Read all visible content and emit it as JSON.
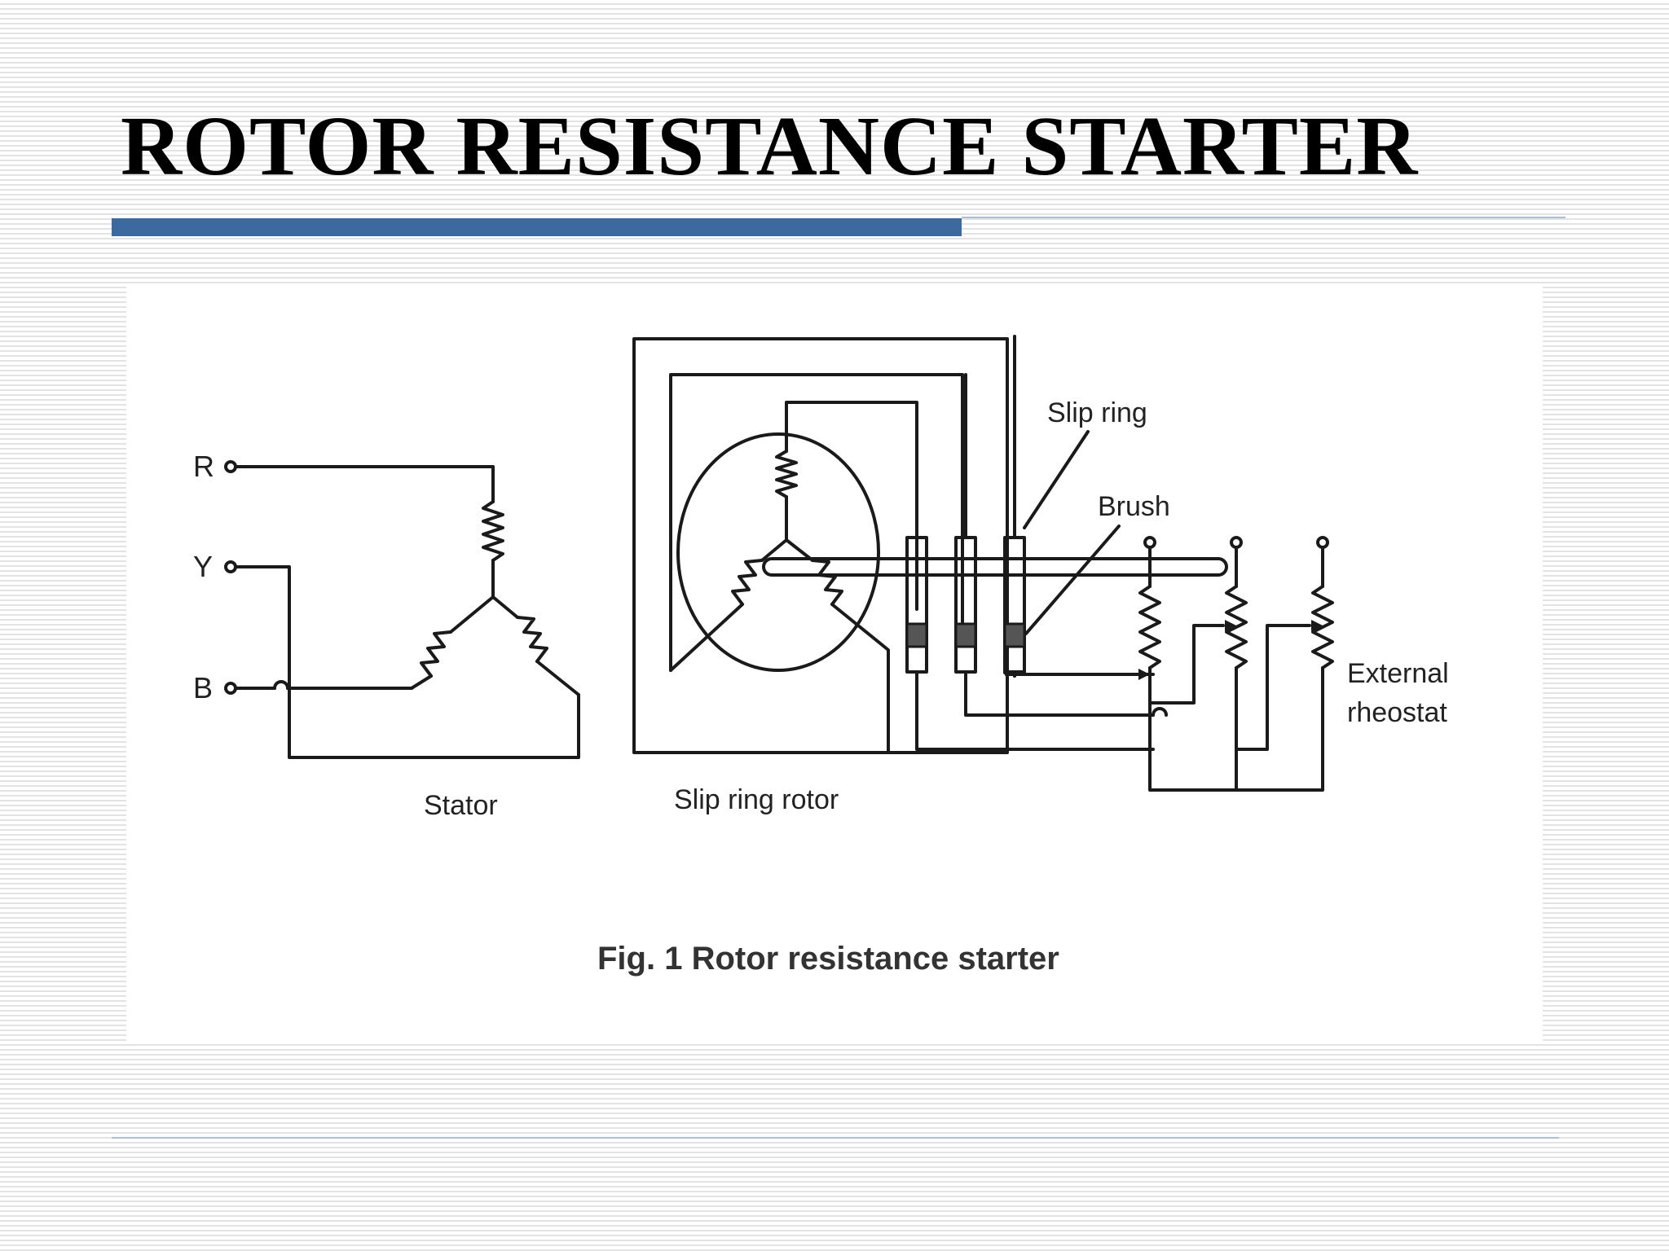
{
  "slide": {
    "title": "ROTOR RESISTANCE STARTER",
    "accent_color": "#3c6a9e",
    "rule_color": "#a9bfd6"
  },
  "diagram": {
    "line_color": "#1a1a1a",
    "supply_terminals": [
      "R",
      "Y",
      "B"
    ],
    "labels": {
      "stator": "Stator",
      "slip_ring_rotor": "Slip ring rotor",
      "slip_ring": "Slip ring",
      "brush": "Brush",
      "external_rheostat_line1": "External",
      "external_rheostat_line2": "rheostat"
    },
    "caption": "Fig. 1 Rotor resistance starter"
  }
}
